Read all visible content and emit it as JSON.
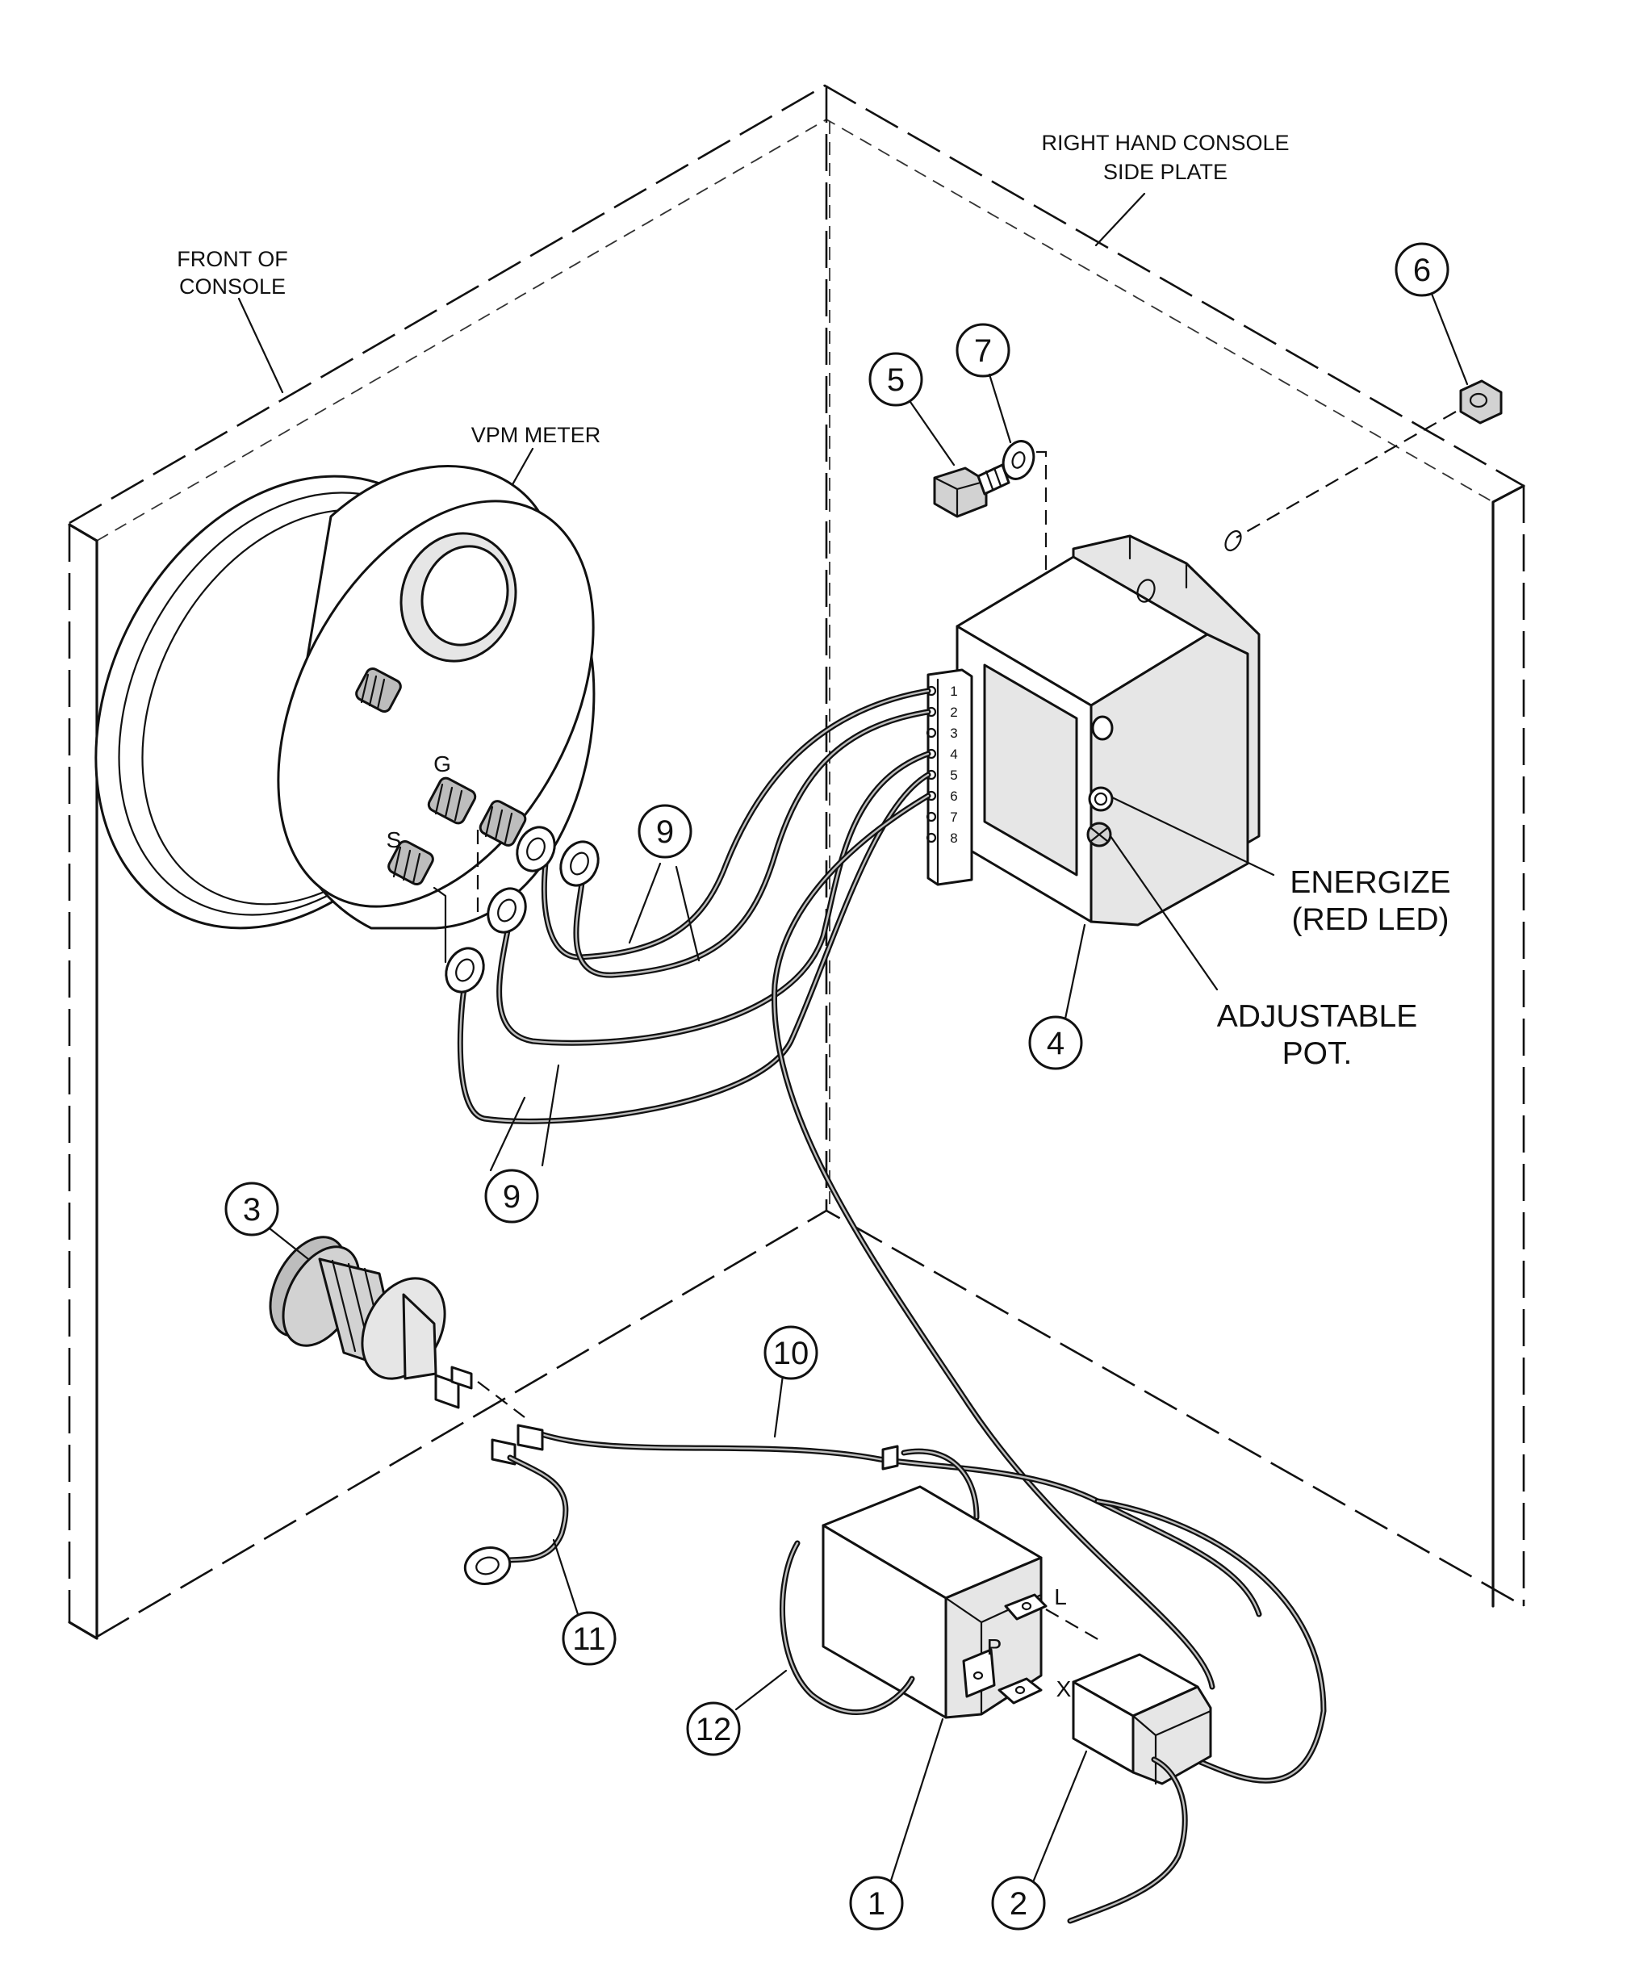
{
  "labels": {
    "front_of_console": [
      "FRONT OF",
      "CONSOLE"
    ],
    "right_hand_side_plate": [
      "RIGHT HAND CONSOLE",
      "SIDE PLATE"
    ],
    "vpm_meter": "VPM METER",
    "energize": [
      "ENERGIZE",
      "(RED LED)"
    ],
    "adjustable_pot": [
      "ADJUSTABLE",
      "POT."
    ]
  },
  "terminal_labels": {
    "meter_g": "G",
    "meter_s": "S",
    "relay_l": "L",
    "relay_p": "P",
    "relay_x": "X"
  },
  "terminal_block_numbers": [
    "1",
    "2",
    "3",
    "4",
    "5",
    "6",
    "7",
    "8"
  ],
  "callouts": {
    "c1": "1",
    "c2": "2",
    "c3": "3",
    "c4": "4",
    "c5": "5",
    "c6": "6",
    "c7": "7",
    "c9a": "9",
    "c9b": "9",
    "c10": "10",
    "c11": "11",
    "c12": "12"
  },
  "colors": {
    "line": "#111111",
    "light_fill": "#e6e6e6",
    "mid_fill": "#d2d2d2",
    "dark_fill": "#bdbdbd",
    "background": "#ffffff"
  }
}
